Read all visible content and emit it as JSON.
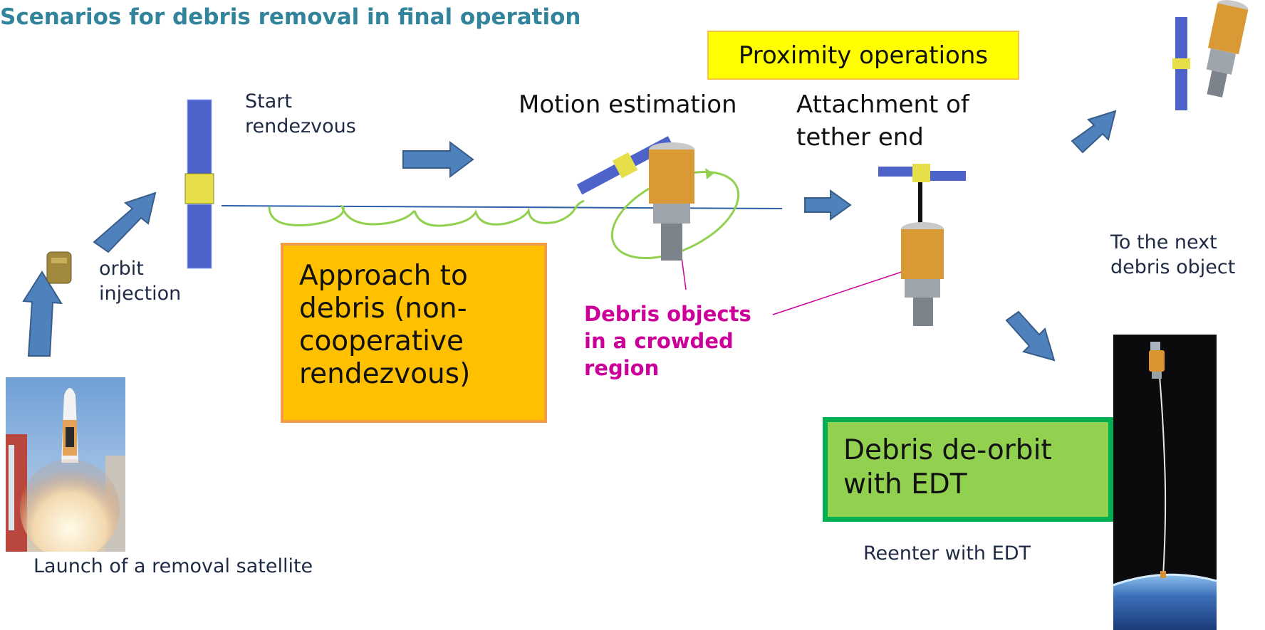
{
  "title": "Scenarios for debris removal in final operation",
  "labels": {
    "proximity_operations": "Proximity operations",
    "start_rendezvous": "Start\nrendezvous",
    "motion_estimation": "Motion estimation",
    "attachment": "Attachment of\ntether end",
    "orbit_injection": "orbit\ninjection",
    "approach": "Approach to\ndebris (non-\ncooperative\nrendezvous)",
    "debris_objects": "Debris objects\nin a crowded\nregion",
    "next_debris": "To the next\ndebris object",
    "deorbit": "Debris de-orbit\nwith EDT",
    "reenter": "Reenter with EDT",
    "launch": "Launch of a removal satellite"
  },
  "colors": {
    "title": "#31849b",
    "arrow_fill": "#4f81bd",
    "arrow_stroke": "#385d8a",
    "orbit_line": "#2e5da8",
    "orbit_loops": "#92d050",
    "debris_text": "#cc0099",
    "proximity_bg": "#ffff00",
    "approach_bg": "#ffc000",
    "deorbit_bg": "#92d050"
  }
}
